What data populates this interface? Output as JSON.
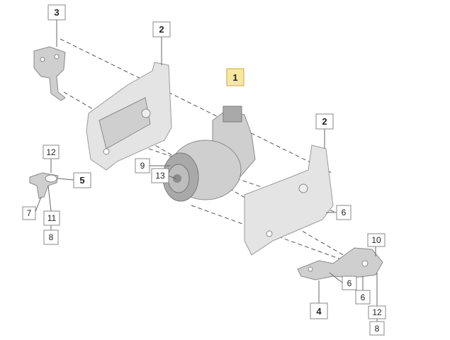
{
  "diagram": {
    "callouts": [
      {
        "id": "c3",
        "text": "3"
      },
      {
        "id": "c2a",
        "text": "2"
      },
      {
        "id": "c1",
        "text": "1",
        "highlight": true
      },
      {
        "id": "c2b",
        "text": "2"
      },
      {
        "id": "c12a",
        "text": "12"
      },
      {
        "id": "c5",
        "text": "5"
      },
      {
        "id": "c7",
        "text": "7"
      },
      {
        "id": "c11",
        "text": "11"
      },
      {
        "id": "c8a",
        "text": "8"
      },
      {
        "id": "c9",
        "text": "9"
      },
      {
        "id": "c13",
        "text": "13"
      },
      {
        "id": "c6a",
        "text": "6"
      },
      {
        "id": "c10",
        "text": "10"
      },
      {
        "id": "c6b",
        "text": "6"
      },
      {
        "id": "c6c",
        "text": "6"
      },
      {
        "id": "c4",
        "text": "4"
      },
      {
        "id": "c12b",
        "text": "12"
      },
      {
        "id": "c8b",
        "text": "8"
      }
    ],
    "colors": {
      "highlight": "#f7e8a0",
      "part": "#cfcfcf",
      "line": "#555555"
    }
  }
}
